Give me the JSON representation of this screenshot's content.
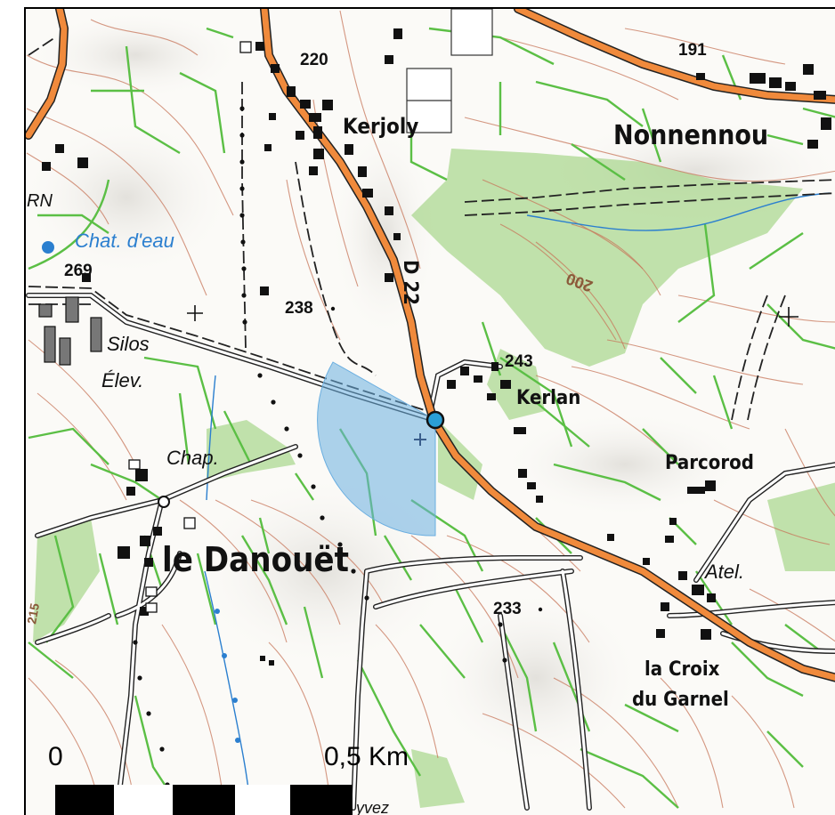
{
  "map": {
    "places": {
      "kerjoly": "Kerjoly",
      "nonnennou": "Nonnennou",
      "kerlan": "Kerlan",
      "parcorod": "Parcorod",
      "danouet": "le Danouët",
      "croix1": "la Croix",
      "croix2": "du Garnel"
    },
    "features": {
      "chat_eau": "Chat. d'eau",
      "silos": "Silos",
      "elev": "Élev.",
      "chap": "Chap.",
      "atel": "Atel.",
      "road": "D 22",
      "rn": "RN",
      "yvez": "yvez"
    },
    "elevations": {
      "e220": "220",
      "e191": "191",
      "e269": "269",
      "e238": "238",
      "e243": "243",
      "e233": "233",
      "e200": "200",
      "e215": "215"
    },
    "scale": {
      "start": "0",
      "mid": "0,5 Km"
    },
    "colors": {
      "road_orange": "#f08a3c",
      "vegetation": "#5bbf45",
      "forest_fill": "#a6d68a",
      "contour": "#c7765a",
      "water": "#2b7fcf",
      "view_cone": "#6aaee0"
    }
  }
}
